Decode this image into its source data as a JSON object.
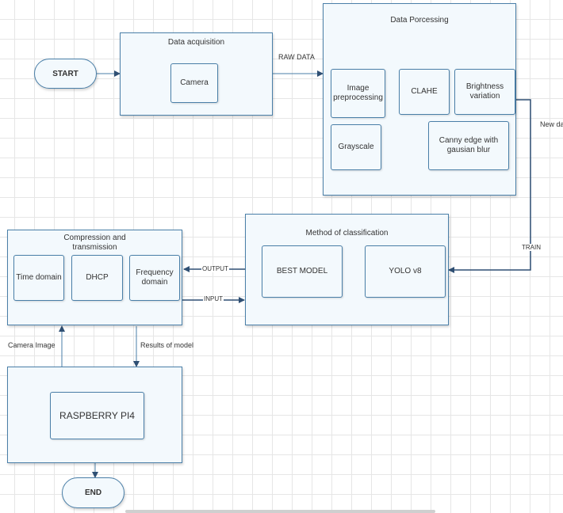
{
  "start": "START",
  "end": "END",
  "acquisition": {
    "title": "Data acquisition",
    "camera": "Camera"
  },
  "processing": {
    "title": "Data Porcessing",
    "image_pre": "Image preprocessing",
    "clahe": "CLAHE",
    "brightness": "Brightness variation",
    "grayscale": "Grayscale",
    "canny": "Canny edge with gausian blur"
  },
  "classification": {
    "title": "Method of classification",
    "best": "BEST MODEL",
    "yolo": "YOLO v8"
  },
  "compression": {
    "title": "Compression and transmission",
    "time": "Time domain",
    "dhcp": "DHCP",
    "freq": "Frequency domain"
  },
  "raspberry": "RASPBERRY PI4",
  "labels": {
    "raw": "RAW DATA",
    "new_data": "New data",
    "train": "TRAIN",
    "output": "OUTPUT",
    "input": "INPUT",
    "camera_image": "Camera Image",
    "results": "Results of model"
  },
  "colors": {
    "stroke": "#4a7fa8",
    "arrow": "#2f4f73",
    "fill": "#f3f9fd"
  }
}
